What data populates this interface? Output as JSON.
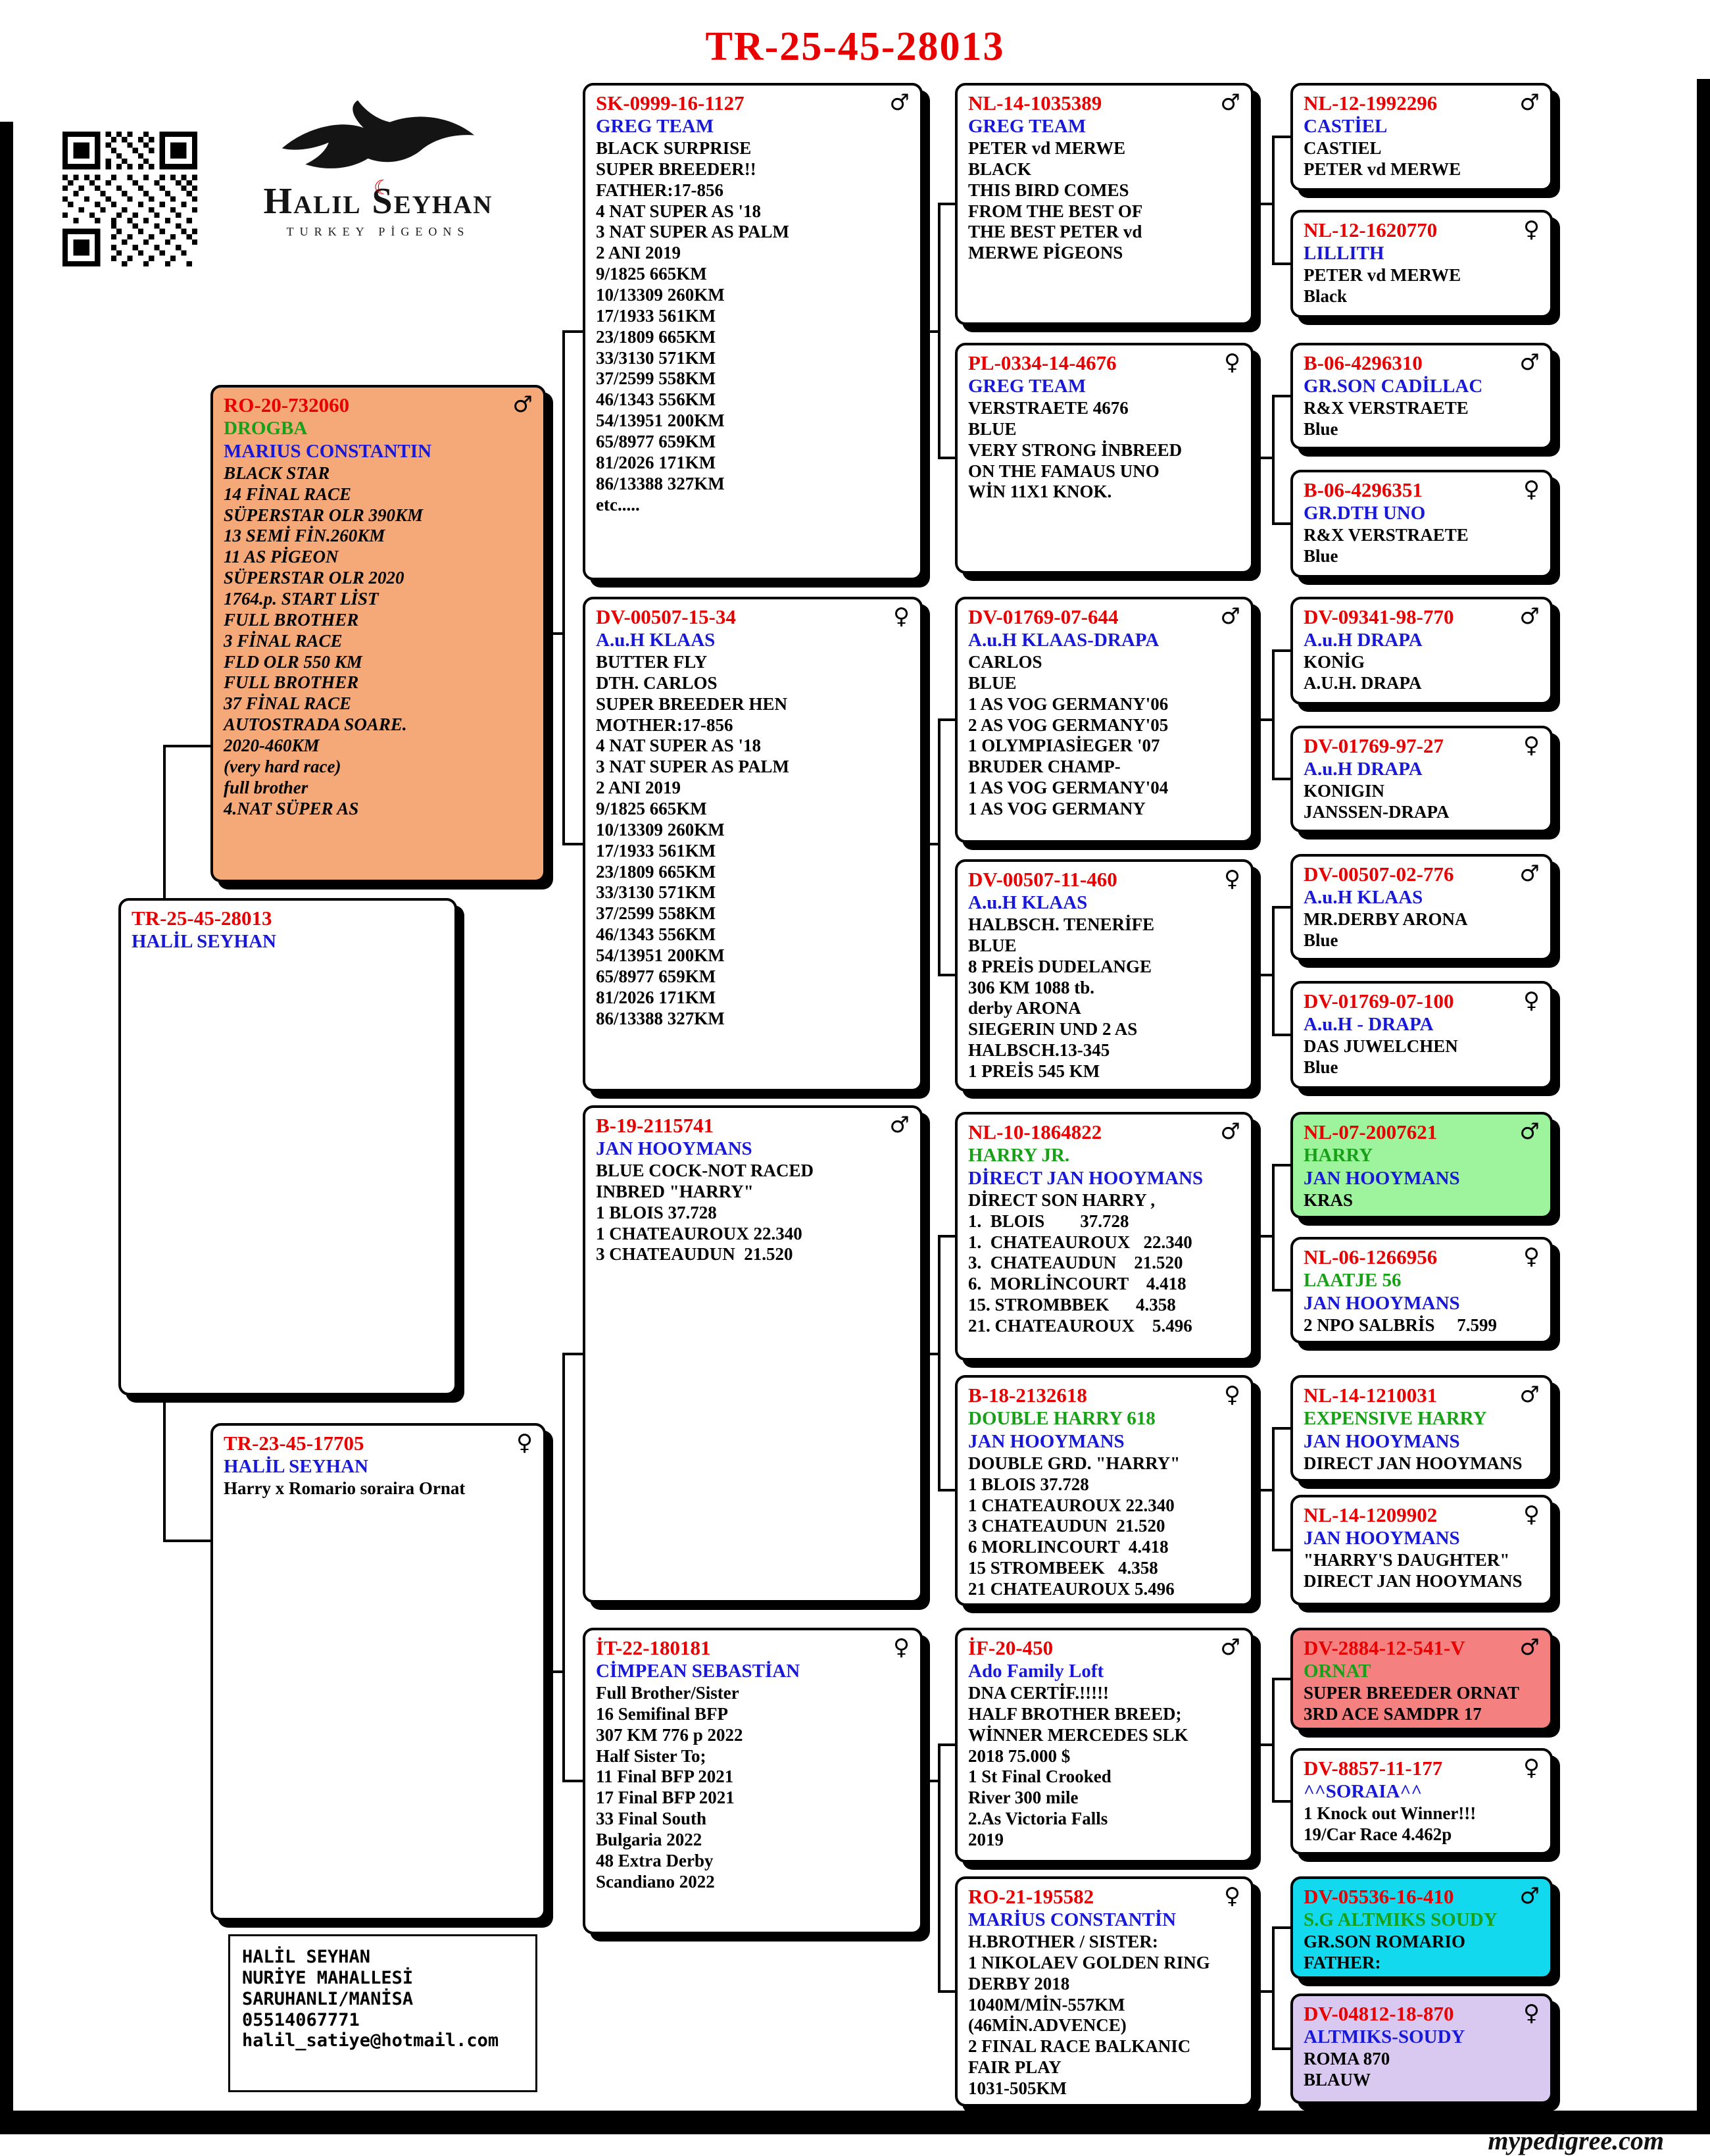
{
  "title": "TR-25-45-28013",
  "footer": {
    "brand": "mypedigree.com"
  },
  "logo": {
    "name": "Halil Seyhan",
    "subtitle": "TURKEY PİGEONS"
  },
  "contact": {
    "lines": [
      "HALİL SEYHAN",
      "NURİYE MAHALLESİ",
      "SARUHANLI/MANİSA",
      "05514067771",
      "halil_satiye@hotmail.com"
    ]
  },
  "colors": {
    "id_red": "#e80000",
    "name_blue": "#1818d8",
    "nick_green": "#18a018",
    "sire_salmon": "#f5a878",
    "harry_green": "#9df49d",
    "ornat_pink": "#f48080",
    "soudy_cyan": "#12d9ee",
    "altmiks_lavender": "#d9c9f1"
  },
  "boxes": [
    {
      "id": "TR-25-45-28013",
      "name": "HALİL SEYHAN",
      "lines": []
    },
    {
      "id": "RO-20-732060",
      "sex": "♂",
      "nick": "DROGBA",
      "name": "MARIUS CONSTANTIN",
      "bg": "#f5a878",
      "lines": [
        "BLACK STAR",
        "14 FİNAL RACE",
        "SÜPERSTAR OLR 390KM",
        "13 SEMİ FİN.260KM",
        "11 AS PİGEON",
        "SÜPERSTAR OLR 2020",
        "1764.p. START LİST",
        "FULL BROTHER",
        "3 FİNAL RACE",
        "FLD OLR 550 KM",
        "FULL BROTHER",
        "37 FİNAL RACE",
        "AUTOSTRADA SOARE.",
        "2020-460KM",
        "(very hard race)",
        "full brother",
        "4.NAT SÜPER AS"
      ]
    },
    {
      "id": "TR-23-45-17705",
      "sex": "♀",
      "name": "HALİL SEYHAN",
      "lines": [
        "Harry x Romario soraira Ornat"
      ]
    },
    {
      "id": "SK-0999-16-1127",
      "sex": "♂",
      "name": "GREG TEAM",
      "lines": [
        "BLACK SURPRISE",
        "SUPER BREEDER!!",
        "FATHER:17-856",
        "4 NAT SUPER AS '18",
        "3 NAT SUPER AS PALM",
        "2 ANI 2019",
        "9/1825 665KM",
        "10/13309 260KM",
        "17/1933 561KM",
        "23/1809 665KM",
        "33/3130 571KM",
        "37/2599 558KM",
        "46/1343 556KM",
        "54/13951 200KM",
        "65/8977 659KM",
        "81/2026 171KM",
        "86/13388 327KM",
        "etc....."
      ]
    },
    {
      "id": "DV-00507-15-34",
      "sex": "♀",
      "name": "A.u.H KLAAS",
      "lines": [
        "BUTTER FLY",
        "DTH. CARLOS",
        "SUPER BREEDER HEN",
        "MOTHER:17-856",
        "4 NAT SUPER AS '18",
        "3 NAT SUPER AS PALM",
        "2 ANI 2019",
        "9/1825 665KM",
        "10/13309 260KM",
        "17/1933 561KM",
        "23/1809 665KM",
        "33/3130 571KM",
        "37/2599 558KM",
        "46/1343 556KM",
        "54/13951 200KM",
        "65/8977 659KM",
        "81/2026 171KM",
        "86/13388 327KM"
      ]
    },
    {
      "id": "B-19-2115741",
      "sex": "♂",
      "name": "JAN HOOYMANS",
      "lines": [
        "BLUE COCK-NOT RACED",
        "INBRED \"HARRY\"",
        "1 BLOIS 37.728",
        "1 CHATEAUROUX 22.340",
        "3 CHATEAUDUN  21.520"
      ]
    },
    {
      "id": "İT-22-180181",
      "sex": "♀",
      "name": "CİMPEAN SEBASTİAN",
      "lines": [
        "Full Brother/Sister",
        "16 Semifinal BFP",
        "307 KM 776 p 2022",
        "Half Sister To;",
        "11 Final BFP 2021",
        "17 Final BFP 2021",
        "33 Final South",
        "Bulgaria 2022",
        "48 Extra Derby",
        "Scandiano 2022"
      ]
    },
    {
      "id": "NL-14-1035389",
      "sex": "♂",
      "name": "GREG TEAM",
      "lines": [
        "PETER vd MERWE",
        "BLACK",
        "THIS BIRD COMES",
        "FROM THE BEST OF",
        "THE BEST PETER vd",
        "MERWE PİGEONS"
      ]
    },
    {
      "id": "PL-0334-14-4676",
      "sex": "♀",
      "name": "GREG TEAM",
      "lines": [
        "VERSTRAETE 4676",
        "BLUE",
        "VERY STRONG İNBREED",
        "ON THE FAMAUS UNO",
        "WİN 11X1 KNOK."
      ]
    },
    {
      "id": "DV-01769-07-644",
      "sex": "♂",
      "name": "A.u.H KLAAS-DRAPA",
      "lines": [
        "CARLOS",
        "BLUE",
        "1 AS VOG GERMANY'06",
        "2 AS VOG GERMANY'05",
        "1 OLYMPIASİEGER '07",
        "BRUDER CHAMP-",
        "1 AS VOG GERMANY'04",
        "1 AS VOG GERMANY"
      ]
    },
    {
      "id": "DV-00507-11-460",
      "sex": "♀",
      "name": "A.u.H KLAAS",
      "lines": [
        "HALBSCH. TENERİFE",
        "BLUE",
        "8 PREİS DUDELANGE",
        "306 KM 1088 tb.",
        "derby ARONA",
        "SIEGERIN UND 2 AS",
        "HALBSCH.13-345",
        "1 PREİS 545 KM"
      ]
    },
    {
      "id": "NL-10-1864822",
      "sex": "♂",
      "nick": "HARRY JR.",
      "name": "DİRECT JAN HOOYMANS",
      "lines": [
        "DİRECT SON HARRY ,",
        "1.  BLOIS        37.728",
        "1.  CHATEAUROUX   22.340",
        "3.  CHATEAUDUN    21.520",
        "6.  MORLİNCOURT    4.418",
        "15. STROMBBEK      4.358",
        "21. CHATEAUROUX    5.496"
      ]
    },
    {
      "id": "B-18-2132618",
      "sex": "♀",
      "nick": "DOUBLE HARRY 618",
      "name": "JAN HOOYMANS",
      "lines": [
        "DOUBLE GRD. \"HARRY\"",
        "1 BLOIS 37.728",
        "1 CHATEAUROUX 22.340",
        "3 CHATEAUDUN  21.520",
        "6 MORLINCOURT  4.418",
        "15 STROMBEEK   4.358",
        "21 CHATEAUROUX 5.496"
      ]
    },
    {
      "id": "İF-20-450",
      "sex": "♂",
      "name": "Ado Family Loft",
      "lines": [
        "DNA CERTİF.!!!!!",
        "HALF BROTHER BREED;",
        "WİNNER MERCEDES SLK",
        "2018 75.000 $",
        "1 St Final Crooked",
        "River 300 mile",
        "2.As Victoria Falls",
        "2019"
      ]
    },
    {
      "id": "RO-21-195582",
      "sex": "♀",
      "name": "MARİUS CONSTANTİN",
      "lines": [
        "H.BROTHER / SISTER:",
        "1 NIKOLAEV GOLDEN RING",
        "DERBY 2018",
        "1040M/MİN-557KM",
        "(46MİN.ADVENCE)",
        "2 FINAL RACE BALKANIC",
        "FAIR PLAY",
        "1031-505KM"
      ]
    },
    {
      "id": "NL-12-1992296",
      "sex": "♂",
      "name": "CASTİEL",
      "lines": [
        "CASTIEL",
        "PETER vd MERWE"
      ]
    },
    {
      "id": "NL-12-1620770",
      "sex": "♀",
      "name": "LILLITH",
      "lines": [
        "PETER vd MERWE",
        "Black"
      ]
    },
    {
      "id": "B-06-4296310",
      "sex": "♂",
      "name": "GR.SON CADİLLAC",
      "lines": [
        "R&X VERSTRAETE",
        "Blue"
      ]
    },
    {
      "id": "B-06-4296351",
      "sex": "♀",
      "name": "GR.DTH UNO",
      "lines": [
        "R&X VERSTRAETE",
        "Blue"
      ]
    },
    {
      "id": "DV-09341-98-770",
      "sex": "♂",
      "name": "A.u.H DRAPA",
      "lines": [
        "KONİG",
        "A.U.H. DRAPA"
      ]
    },
    {
      "id": "DV-01769-97-27",
      "sex": "♀",
      "name": "A.u.H DRAPA",
      "lines": [
        "KONIGIN",
        "JANSSEN-DRAPA"
      ]
    },
    {
      "id": "DV-00507-02-776",
      "sex": "♂",
      "name": "A.u.H KLAAS",
      "lines": [
        "MR.DERBY ARONA",
        "Blue"
      ]
    },
    {
      "id": "DV-01769-07-100",
      "sex": "♀",
      "name": "A.u.H - DRAPA",
      "lines": [
        "DAS JUWELCHEN",
        "Blue"
      ]
    },
    {
      "id": "NL-07-2007621",
      "sex": "♂",
      "nick": "HARRY",
      "name": "JAN HOOYMANS",
      "bg": "#9df49d",
      "lines": [
        "KRAS"
      ]
    },
    {
      "id": "NL-06-1266956",
      "sex": "♀",
      "nick": "LAATJE 56",
      "name": "JAN HOOYMANS",
      "lines": [
        "2 NPO SALBRİS     7.599"
      ]
    },
    {
      "id": "NL-14-1210031",
      "sex": "♂",
      "nick": "EXPENSIVE HARRY",
      "name": "JAN HOOYMANS",
      "lines": [
        "DIRECT JAN HOOYMANS"
      ]
    },
    {
      "id": "NL-14-1209902",
      "sex": "♀",
      "name": "JAN HOOYMANS",
      "lines": [
        "\"HARRY'S DAUGHTER\"",
        "DIRECT JAN HOOYMANS"
      ]
    },
    {
      "id": "DV-2884-12-541-V",
      "sex": "♂",
      "nick": "ORNAT",
      "bg": "#f48080",
      "lines": [
        "SUPER BREEDER ORNAT",
        "3RD ACE SAMDPR 17"
      ]
    },
    {
      "id": "DV-8857-11-177",
      "sex": "♀",
      "name": "^^SORAIA^^",
      "lines": [
        "1 Knock out Winner!!!",
        "19/Car Race 4.462p"
      ]
    },
    {
      "id": "DV-05536-16-410",
      "sex": "♂",
      "nick": "S.G ALTMIKS SOUDY",
      "bg": "#12d9ee",
      "lines": [
        "GR.SON ROMARIO",
        "FATHER:"
      ]
    },
    {
      "id": "DV-04812-18-870",
      "sex": "♀",
      "name": "ALTMIKS-SOUDY",
      "bg": "#d9c9f1",
      "lines": [
        "ROMA 870",
        "BLAUW"
      ]
    }
  ]
}
